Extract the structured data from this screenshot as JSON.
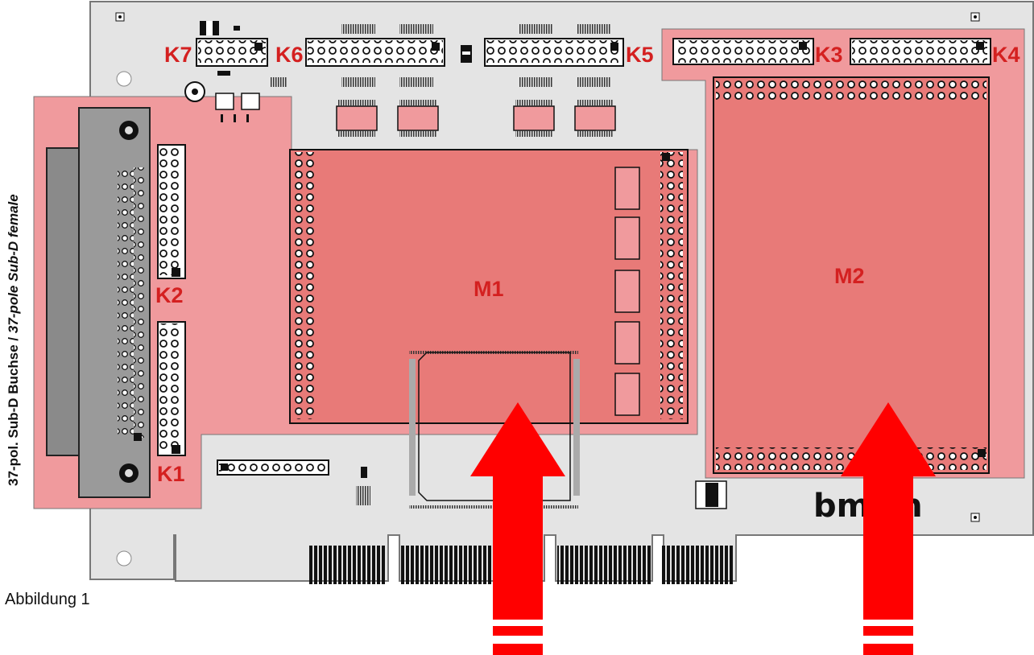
{
  "caption": "Abbildung 1",
  "side_label": {
    "part1": "37-pol. Sub-D Buchse / ",
    "part2": "37-pole Sub-D female"
  },
  "connectors": {
    "k1": "K1",
    "k2": "K2",
    "k3": "K3",
    "k4": "K4",
    "k5": "K5",
    "k6": "K6",
    "k7": "K7"
  },
  "modules": {
    "m1": "M1",
    "m2": "M2"
  },
  "brand": "bmcm",
  "colors": {
    "board": "#e4e4e4",
    "module_area": "#f09a9d",
    "module_footprint": "#e87a78",
    "label_red": "#d42020",
    "arrow_red": "#ff0000",
    "dsub_body": "#8a8a8a"
  }
}
